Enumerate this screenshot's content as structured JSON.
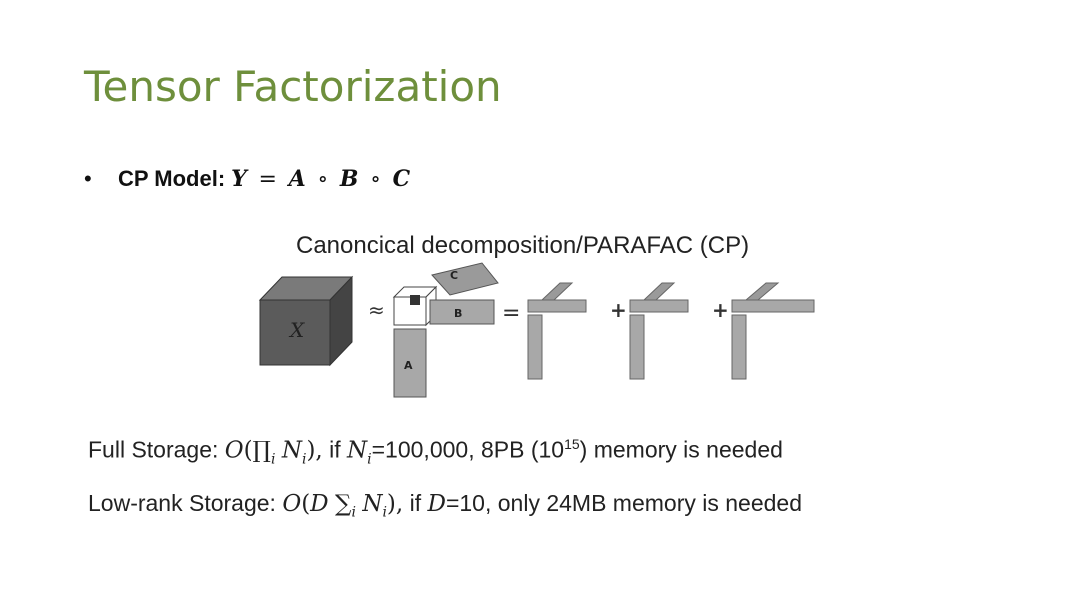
{
  "slide": {
    "title": "Tensor Factorization",
    "bullet": {
      "marker": "•",
      "label": "CP Model:",
      "equation": {
        "lhs": "Y",
        "eq": "=",
        "a": "A",
        "circ": "∘",
        "b": "B",
        "c": "C"
      }
    },
    "figure": {
      "caption": "Canoncical decomposition/PARAFAC (CP)",
      "tensor_label": "X",
      "approx": "≈",
      "equals": "=",
      "plus": "+",
      "label_a": "A",
      "label_b": "B",
      "label_c": "C"
    },
    "full_storage": {
      "prefix": "Full Storage: ",
      "o": "O",
      "open": "(",
      "prod": "∏",
      "idx": "i",
      "n": "N",
      "close": "),",
      "mid1": " if ",
      "n2": "N",
      "idx2": "i",
      "mid2": "=100,000, 8PB (10",
      "exp": "15",
      "suffix": ") memory is needed"
    },
    "low_rank_storage": {
      "prefix": "Low-rank Storage: ",
      "o": "O",
      "open": "(",
      "d": "D",
      "sum": "∑",
      "idx": "i",
      "n": "N",
      "close": "),",
      "mid1": " if ",
      "d2": "D",
      "suffix": "=10, only 24MB memory is needed"
    }
  }
}
